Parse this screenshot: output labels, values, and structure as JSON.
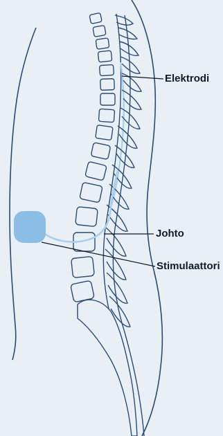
{
  "labels": {
    "electrode": "Elektrodi",
    "lead": "Johto",
    "stimulator": "Stimulaattori"
  },
  "colors": {
    "background": "#e8f0f6",
    "outline": "#2d4a72",
    "device": "#8cbde4",
    "lead": "#a9cfea",
    "leader_line": "#111820",
    "text": "#0f1b2a"
  }
}
